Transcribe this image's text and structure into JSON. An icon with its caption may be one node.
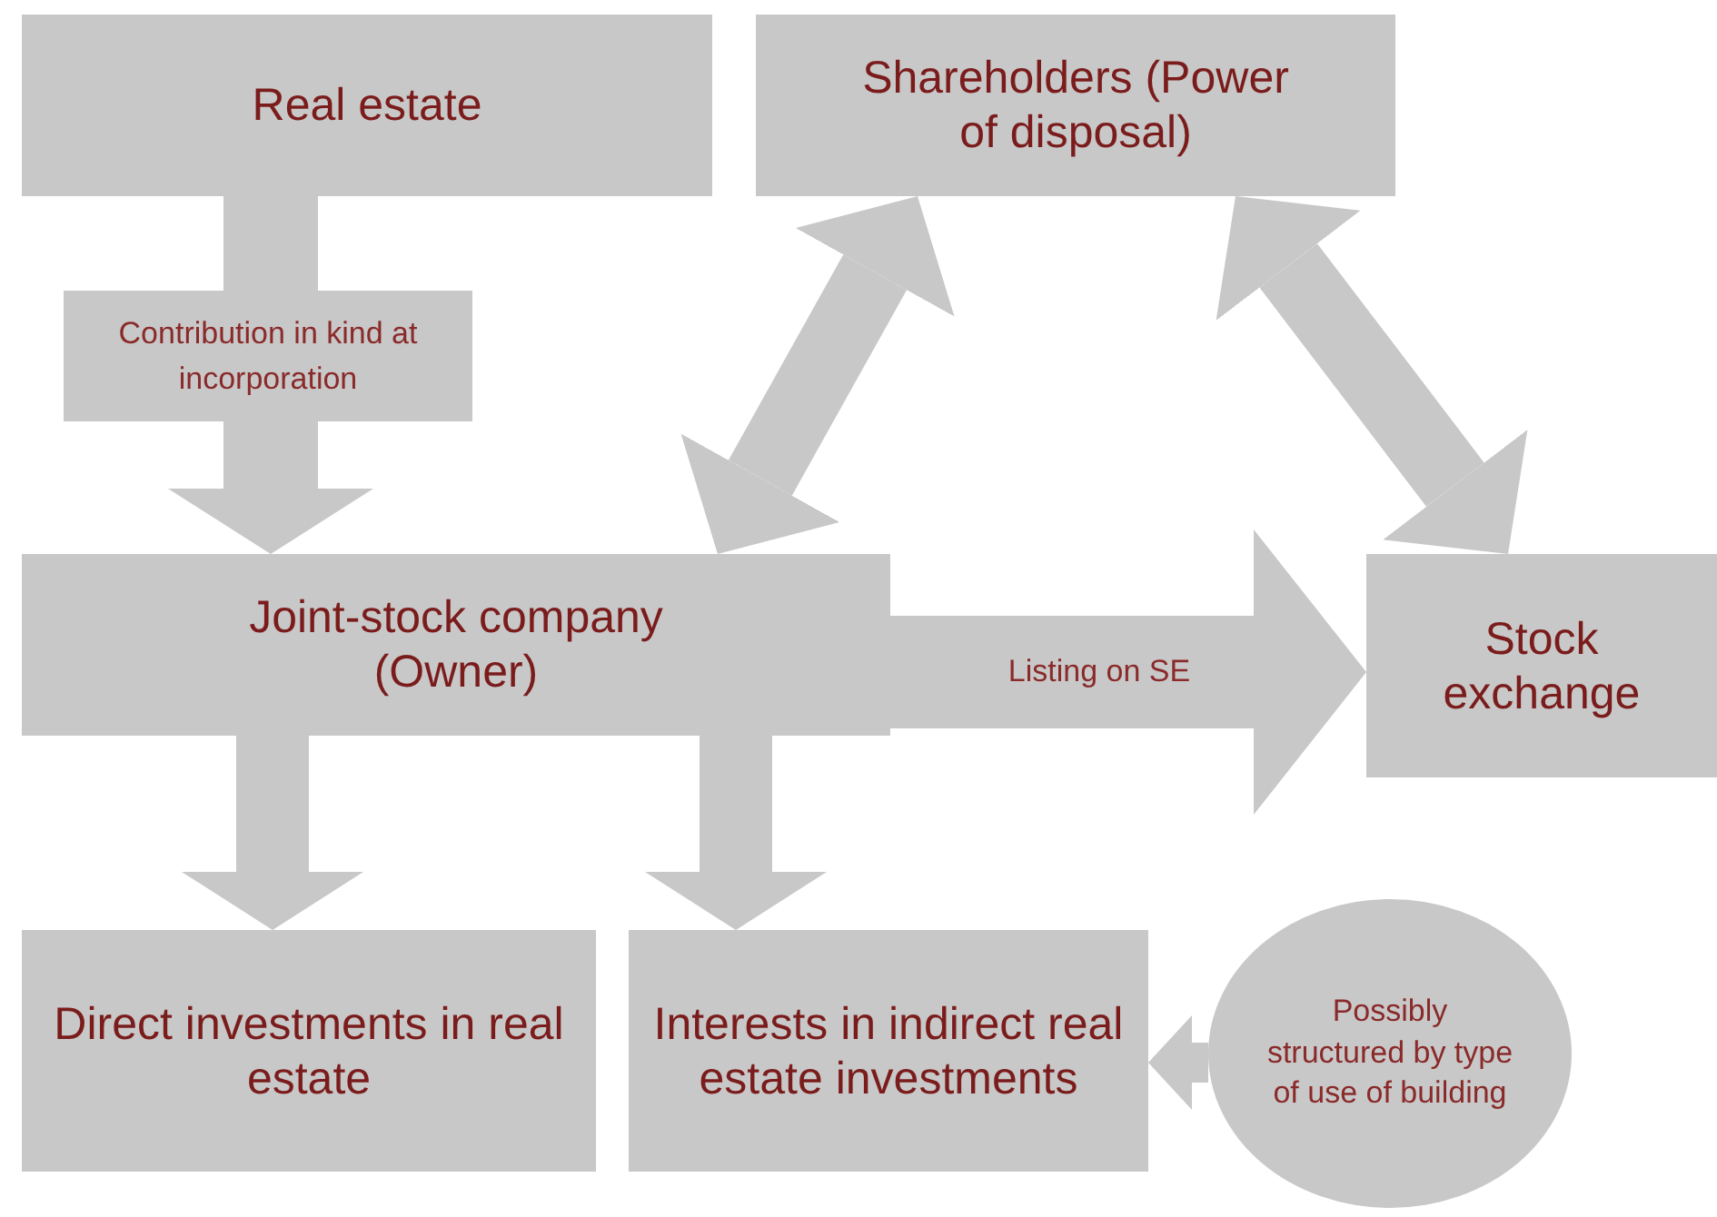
{
  "diagram": {
    "nodes": [
      {
        "text": [
          "Real estate"
        ]
      },
      {
        "text": [
          "Shareholders (Power of disposal)"
        ]
      },
      {
        "text": [
          "Joint-stock company (Owner)"
        ]
      },
      {
        "text": [
          "Stock exchange"
        ]
      },
      {
        "text": [
          "Direct investments in real estate"
        ]
      },
      {
        "text": [
          "Interests in indirect real estate investments"
        ]
      },
      {
        "text": [
          "Possibly structured by type of use of building"
        ]
      }
    ],
    "edges": [
      {
        "from": 0,
        "to": 2,
        "arrow": "to",
        "label": "Contribution in kind at incorporation"
      },
      {
        "from": 2,
        "to": 1,
        "arrow": "both"
      },
      {
        "from": 1,
        "to": 3,
        "arrow": "both"
      },
      {
        "from": 2,
        "to": 3,
        "arrow": "to",
        "label": "Listing on SE"
      },
      {
        "from": 2,
        "to": 4,
        "arrow": "to"
      },
      {
        "from": 2,
        "to": 5,
        "arrow": "to"
      },
      {
        "from": 6,
        "to": 5,
        "arrow": "to"
      }
    ]
  }
}
